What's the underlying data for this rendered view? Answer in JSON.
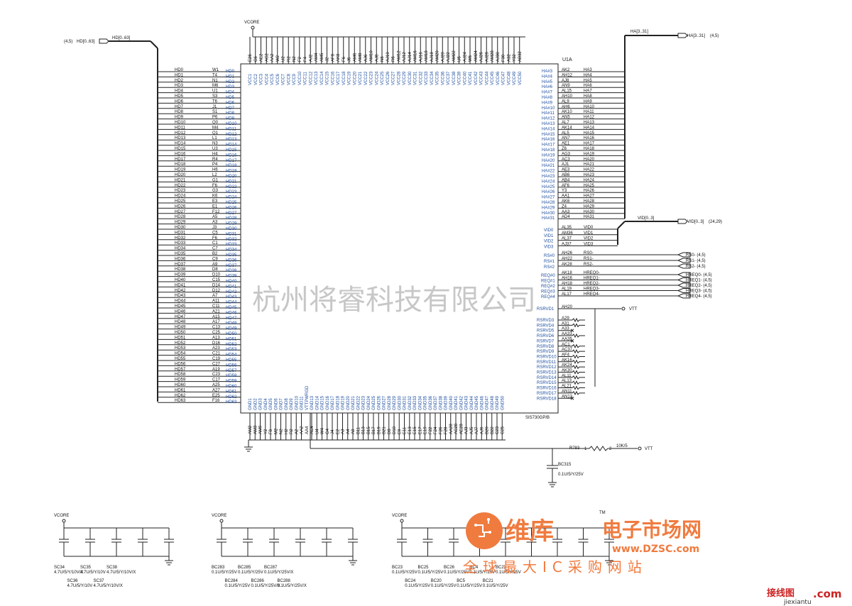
{
  "chip": {
    "ref": "U1A",
    "part": "SIS730GP/B"
  },
  "nets": {
    "vcore": "VCORE",
    "vtt": "VTT"
  },
  "hd_bus": {
    "label": "HD[0..63]",
    "ref": "(4,5)"
  },
  "ha_bus": {
    "label": "HA[3..31]",
    "ref": "(4,5)"
  },
  "vid_bus": {
    "label": "VID[0..3]",
    "ref": "(24,29)"
  },
  "vcc_pins": [
    "E26",
    "C6",
    "AE2",
    "AC2",
    "AA2",
    "W2",
    "U2",
    "R2",
    "N2",
    "F2",
    "F4",
    "AJ2",
    "AM4",
    "AM5",
    "J2",
    "AF8",
    "AK8",
    "F6",
    "J6",
    "AM6",
    "AM8",
    "AJ6",
    "AM10",
    "AJ8",
    "N6",
    "AJ10",
    "R6",
    "AM12",
    "AJ12",
    "AJ14",
    "AM16",
    "AJ16",
    "AM18",
    "AJ18",
    "AM20",
    "AJ20",
    "AJ22",
    "AM22",
    "U6",
    "AJ24",
    "W6",
    "AM24",
    "AJ26",
    "AJ28",
    "AM28",
    "AJ30",
    "F30",
    "A32",
    "Y32",
    "AB32"
  ],
  "vcc_names": [
    "VCC1",
    "VCC2",
    "VCC3",
    "VCC4",
    "VCC5",
    "VCC6",
    "VCC7",
    "VCC8",
    "VCC9",
    "VCC10",
    "VCC11",
    "VCC12",
    "VCC13",
    "VCC14",
    "VCC15",
    "VCC16",
    "VCC17",
    "VCC18",
    "VCC19",
    "VCC20",
    "VCC21",
    "VCC22",
    "VCC23",
    "VCC24",
    "VCC25",
    "VCC26",
    "VCC27",
    "VCC28",
    "VCC29",
    "VCC30",
    "VCC31",
    "VCC32",
    "VCC33",
    "VCC34",
    "VCC35",
    "VCC36",
    "VCC37",
    "VCC38",
    "VCC39",
    "VCC40",
    "VCC41",
    "VCC42",
    "VCC43",
    "VCC44",
    "VCC45",
    "VCC46",
    "VCC47",
    "VCC48",
    "VCC49",
    "VCC50"
  ],
  "gnd_pins": [
    "AM2",
    "AM3",
    "AM9",
    "Y2",
    "F8",
    "M2",
    "N2",
    "H2",
    "R2",
    "A2",
    "AA2",
    "AA4",
    "AC4",
    "U4",
    "W4",
    "G4",
    "J4",
    "E2",
    "A3",
    "A4",
    "A8",
    "B11",
    "B13",
    "B15",
    "B17",
    "B19",
    "B21",
    "D8",
    "D10",
    "E9",
    "E11",
    "E13",
    "E15",
    "E17",
    "E19",
    "F22",
    "F24",
    "F26",
    "F28",
    "AA28",
    "AC28",
    "AE28",
    "AJ3",
    "AJ5",
    "AJ7",
    "AJ9",
    "B20",
    "B22",
    "C23",
    "C25"
  ],
  "gnd_names": [
    "GND1",
    "GND2",
    "GND3",
    "GND4",
    "GND5",
    "GND6",
    "GND7",
    "GND8",
    "GND9",
    "GND10",
    "GND11",
    "VTTPWRGD",
    "GND13",
    "GND14",
    "GND15",
    "GND16",
    "GND17",
    "GND18",
    "GND19",
    "GND20",
    "GND21",
    "GND22",
    "GND23",
    "GND24",
    "GND25",
    "GND26",
    "GND27",
    "GND28",
    "GND29",
    "GND30",
    "GND31",
    "GND32",
    "GND33",
    "GND34",
    "GND35",
    "GND36",
    "GND37",
    "GND38",
    "GND39",
    "GND40",
    "GND41",
    "GND42",
    "GND43",
    "GND44",
    "GND45",
    "GND46",
    "GND47",
    "GND48",
    "GND49",
    "GND50"
  ],
  "hd_left": [
    [
      "HD0",
      "W1"
    ],
    [
      "HD1",
      "T4"
    ],
    [
      "HD2",
      "N1"
    ],
    [
      "HD3",
      "M6"
    ],
    [
      "HD4",
      "U1"
    ],
    [
      "HD5",
      "S3"
    ],
    [
      "HD6",
      "T6"
    ],
    [
      "HD7",
      "J1"
    ],
    [
      "HD8",
      "S1"
    ],
    [
      "HD9",
      "P6"
    ],
    [
      "HD10",
      "Q0"
    ],
    [
      "HD11",
      "M4"
    ],
    [
      "HD12",
      "Q1"
    ],
    [
      "HD13",
      "L1"
    ],
    [
      "HD14",
      "N3"
    ],
    [
      "HD15",
      "U3"
    ],
    [
      "HD16",
      "H4"
    ],
    [
      "HD17",
      "R4"
    ],
    [
      "HD18",
      "P4"
    ],
    [
      "HD19",
      "H6"
    ],
    [
      "HD20",
      "L2"
    ],
    [
      "HD21",
      "G1"
    ],
    [
      "HD22",
      "F6"
    ],
    [
      "HD23",
      "G3"
    ],
    [
      "HD24",
      "K6"
    ],
    [
      "HD25",
      "E3"
    ],
    [
      "HD26",
      "E1"
    ],
    [
      "HD27",
      "F12"
    ],
    [
      "HD28",
      "A5"
    ],
    [
      "HD29",
      "A3"
    ],
    [
      "HD30",
      "J3"
    ],
    [
      "HD31",
      "C5"
    ],
    [
      "HD32",
      "F6"
    ],
    [
      "HD33",
      "C1"
    ],
    [
      "HD34",
      "C7"
    ],
    [
      "HD35",
      "B2"
    ],
    [
      "HD36",
      "C9"
    ],
    [
      "HD37",
      "A9"
    ],
    [
      "HD38",
      "D8"
    ],
    [
      "HD39",
      "D10"
    ],
    [
      "HD40",
      "C15"
    ],
    [
      "HD41",
      "D14"
    ],
    [
      "HD42",
      "D12"
    ],
    [
      "HD43",
      "A7"
    ],
    [
      "HD44",
      "A11"
    ],
    [
      "HD45",
      "C11"
    ],
    [
      "HD46",
      "A21"
    ],
    [
      "HD47",
      "A15"
    ],
    [
      "HD48",
      "A17"
    ],
    [
      "HD49",
      "C13"
    ],
    [
      "HD50",
      "C25"
    ],
    [
      "HD51",
      "A13"
    ],
    [
      "HD52",
      "D16"
    ],
    [
      "HD53",
      "A23"
    ],
    [
      "HD54",
      "C21"
    ],
    [
      "HD55",
      "C19"
    ],
    [
      "HD56",
      "C27"
    ],
    [
      "HD57",
      "A19"
    ],
    [
      "HD58",
      "C23"
    ],
    [
      "HD59",
      "C17"
    ],
    [
      "HD60",
      "A25"
    ],
    [
      "HD61",
      "A27"
    ],
    [
      "HD62",
      "E25"
    ],
    [
      "HD63",
      "F16"
    ]
  ],
  "ha_right": [
    [
      "HA#3",
      "AK2",
      "HA3"
    ],
    [
      "HA#4",
      "AH12",
      "HA4"
    ],
    [
      "HA#5",
      "AJ8",
      "HA5"
    ],
    [
      "HA#6",
      "AN9",
      "HA6"
    ],
    [
      "HA#7",
      "AL15",
      "HA7"
    ],
    [
      "HA#8",
      "AH10",
      "HA8"
    ],
    [
      "HA#9",
      "AL9",
      "HA9"
    ],
    [
      "HA#10",
      "AH6",
      "HA10"
    ],
    [
      "HA#11",
      "AK10",
      "HA11"
    ],
    [
      "HA#12",
      "AN5",
      "HA12"
    ],
    [
      "HA#13",
      "AL7",
      "HA13"
    ],
    [
      "HA#14",
      "AK14",
      "HA14"
    ],
    [
      "HA#15",
      "AL5",
      "HA15"
    ],
    [
      "HA#16",
      "AN7",
      "HA16"
    ],
    [
      "HA#17",
      "AE1",
      "HA17"
    ],
    [
      "HA#18",
      "Z6",
      "HA18"
    ],
    [
      "HA#19",
      "AG3",
      "HA19"
    ],
    [
      "HA#20",
      "AC3",
      "HA20"
    ],
    [
      "HA#21",
      "AJ1",
      "HA21"
    ],
    [
      "HA#22",
      "AE3",
      "HA22"
    ],
    [
      "HA#23",
      "AB6",
      "HA23"
    ],
    [
      "HA#24",
      "AB4",
      "HA24"
    ],
    [
      "HA#25",
      "AF6",
      "HA25"
    ],
    [
      "HA#26",
      "Y3",
      "HA26"
    ],
    [
      "HA#27",
      "AA1",
      "HA27"
    ],
    [
      "HA#28",
      "AK6",
      "HA28"
    ],
    [
      "HA#29",
      "Z4",
      "HA29"
    ],
    [
      "HA#30",
      "AA3",
      "HA30"
    ],
    [
      "HA#31",
      "AD4",
      "HA31"
    ]
  ],
  "vid_right": [
    [
      "VID0",
      "AL35",
      "VID0"
    ],
    [
      "VID1",
      "AM36",
      "VID1"
    ],
    [
      "VID2",
      "AL37",
      "VID2"
    ],
    [
      "VID3",
      "AJ37",
      "VID3"
    ]
  ],
  "rs_right": [
    [
      "RS#0",
      "AH26",
      "RS0-",
      "RS0-  (4,5)"
    ],
    [
      "RS#1",
      "AH22",
      "RS1-",
      "RS1-  (4,5)"
    ],
    [
      "RS#2",
      "AK28",
      "RS2-",
      "RS2-  (4,5)"
    ]
  ],
  "req_right": [
    [
      "REQ#0",
      "AK18",
      "HREQ0-",
      "HREQ0-  (4,5)"
    ],
    [
      "REQ#1",
      "AH16",
      "HREQ1-",
      "HREQ1-  (4,5)"
    ],
    [
      "REQ#2",
      "AH18",
      "HREQ2-",
      "HREQ2-  (4,5)"
    ],
    [
      "REQ#3",
      "AL19",
      "HREQ3-",
      "HREQ3-  (4,5)"
    ],
    [
      "REQ#4",
      "AL17",
      "HREQ4-",
      "HREQ4-  (4,5)"
    ]
  ],
  "rsrvd_right": [
    [
      "RSRVD1",
      "AH20"
    ],
    [
      "RSRVD3",
      "A29"
    ],
    [
      "RSRVD4",
      "A31"
    ],
    [
      "RSRVD5",
      "A33"
    ],
    [
      "RSRVD6",
      "AA33"
    ],
    [
      "RSRVD7",
      "AA35"
    ],
    [
      "RSRVD8",
      "AC1"
    ],
    [
      "RSRVD9",
      "AC37"
    ],
    [
      "RSRVD10",
      "AF4"
    ],
    [
      "RSRVD11",
      "AK16"
    ],
    [
      "RSRVD12",
      "AK24"
    ],
    [
      "RSRVD13",
      "AK30"
    ],
    [
      "RSRVD14",
      "AL11"
    ],
    [
      "RSRVD15",
      "AL13"
    ],
    [
      "RSRVD16",
      "AL21"
    ],
    [
      "RSRVD17",
      "AN11"
    ],
    [
      "RSRVD18",
      "AN13"
    ]
  ],
  "resistor": {
    "ref": "R783",
    "value": "10K/5",
    "pin1": "1",
    "pin2": "2"
  },
  "bc315": {
    "ref": "BC315",
    "value": "0.1U/5/Y/25V"
  },
  "cap_group1": [
    {
      "ref": "SC34",
      "value": "4.7U/5/Y/10V/X"
    },
    {
      "ref": "SC36",
      "value": "4.7U/5/Y/10V"
    },
    {
      "ref": "SC35",
      "value": "4.7U/5/Y/10V"
    },
    {
      "ref": "SC37",
      "value": "4.7U/5/Y/10V/X"
    },
    {
      "ref": "SC38",
      "value": "4.7U/5/Y/10V/X"
    }
  ],
  "cap_group2": [
    {
      "ref": "BC283",
      "value": "0.1U/5/Y/25V"
    },
    {
      "ref": "BC284",
      "value": "0.1U/5/Y/25V"
    },
    {
      "ref": "BC285",
      "value": "0.1U/5/Y/25V"
    },
    {
      "ref": "BC286",
      "value": "0.1U/5/Y/25V/X"
    },
    {
      "ref": "BC287",
      "value": "0.1U/5/Y/25V/X"
    },
    {
      "ref": "BC288",
      "value": "0.1U/5/Y/25V/X"
    }
  ],
  "cap_group3": [
    {
      "ref": "BC23",
      "value": "0.1U/5/Y/25V"
    },
    {
      "ref": "BC24",
      "value": "0.1U/5/Y/25V"
    },
    {
      "ref": "BC25",
      "value": "0.1U/5/Y/25V"
    },
    {
      "ref": "BC20",
      "value": "0.1U/5/Y/25V"
    },
    {
      "ref": "BC26",
      "value": "0.1U/5/Y/25V"
    },
    {
      "ref": "BC5",
      "value": "0.1U/5/Y/25V"
    },
    {
      "ref": "BC4",
      "value": "0.1U/5/Y/25V"
    },
    {
      "ref": "BC21",
      "value": "0.1U/5/Y/25V"
    },
    {
      "ref": "BC22",
      "value": "0.1U/5/Y/25V"
    }
  ],
  "watermark": "杭州将睿科技有限公司",
  "logo": {
    "brand": "维库",
    "tagline": "电子市场网",
    "url": "www.DZSC.com",
    "subtitle": "全球最大IC采购网站",
    "tm": "TM"
  },
  "corner": {
    "text": "接线图",
    "url": "jiexiantu",
    "dotcom": ".com"
  }
}
